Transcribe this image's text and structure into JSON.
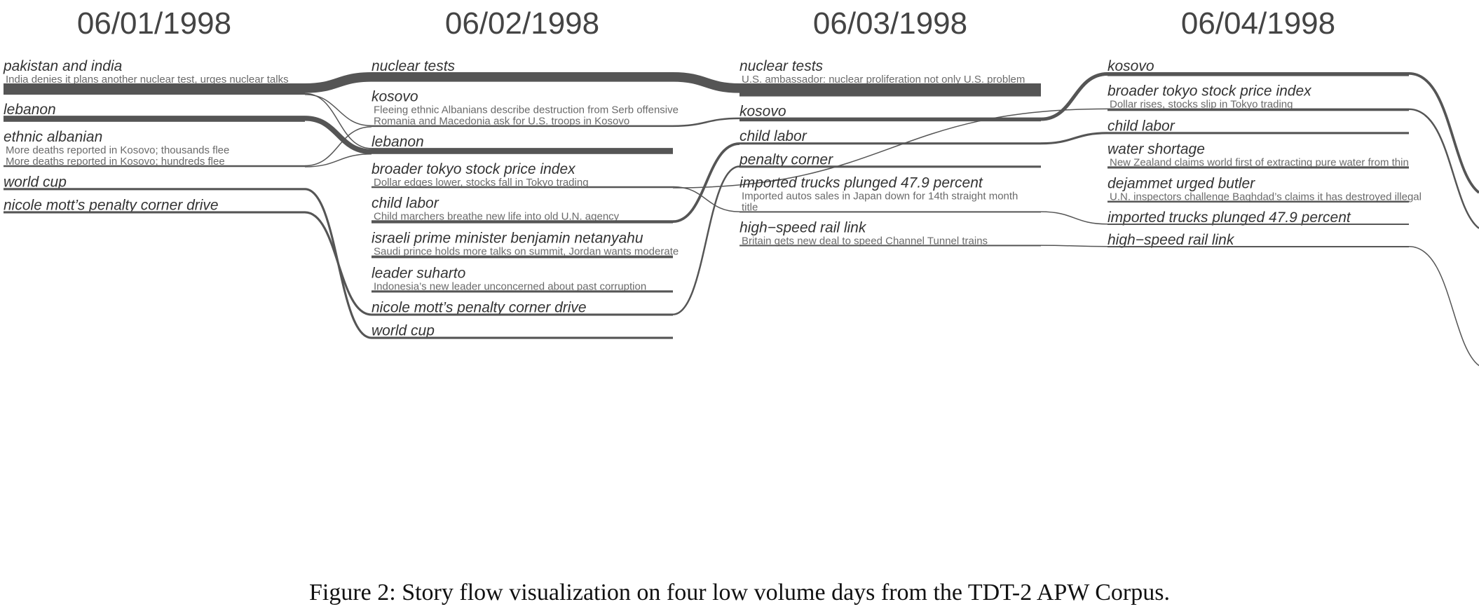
{
  "days": [
    {
      "date": "06/01/1998",
      "topics": [
        {
          "label": "pakistan and india",
          "headlines": [
            "India denies it plans another nuclear test, urges nuclear talks"
          ],
          "weight": 26
        },
        {
          "label": "lebanon",
          "headlines": [],
          "weight": 14
        },
        {
          "label": "ethnic albanian",
          "headlines": [
            "More deaths reported in Kosovo; thousands flee",
            "More deaths reported in Kosovo; hundreds flee"
          ],
          "weight": 4
        },
        {
          "label": "world cup",
          "headlines": [],
          "weight": 5
        },
        {
          "label": "nicole mott’s penalty corner drive",
          "headlines": [],
          "weight": 5
        }
      ]
    },
    {
      "date": "06/02/1998",
      "topics": [
        {
          "label": "nuclear tests",
          "headlines": [],
          "weight": 22
        },
        {
          "label": "kosovo",
          "headlines": [
            "Fleeing ethnic Albanians describe destruction from Serb offensive",
            "Romania and Macedonia ask for U.S. troops in Kosovo"
          ],
          "weight": 4
        },
        {
          "label": "lebanon",
          "headlines": [],
          "weight": 14
        },
        {
          "label": "broader tokyo stock price index",
          "headlines": [
            "Dollar edges lower, stocks fall in Tokyo trading"
          ],
          "weight": 4
        },
        {
          "label": "child labor",
          "headlines": [
            "Child marchers breathe new life into old U.N. agency"
          ],
          "weight": 7
        },
        {
          "label": "israeli prime minister benjamin netanyahu",
          "headlines": [
            "Saudi prince holds more talks on summit, Jordan wants moderate"
          ],
          "weight": 6
        },
        {
          "label": "leader suharto",
          "headlines": [
            "Indonesia’s new leader unconcerned about past corruption"
          ],
          "weight": 5
        },
        {
          "label": "nicole mott’s penalty corner drive",
          "headlines": [],
          "weight": 5
        },
        {
          "label": "world cup",
          "headlines": [],
          "weight": 5
        }
      ]
    },
    {
      "date": "06/03/1998",
      "topics": [
        {
          "label": "nuclear tests",
          "headlines": [
            "U.S. ambassador: nuclear proliferation not only U.S. problem"
          ],
          "weight": 30
        },
        {
          "label": "kosovo",
          "headlines": [],
          "weight": 9
        },
        {
          "label": "child labor",
          "headlines": [],
          "weight": 5
        },
        {
          "label": "penalty corner",
          "headlines": [],
          "weight": 5
        },
        {
          "label": "imported trucks plunged 47.9 percent",
          "headlines": [
            "Imported autos sales in Japan down for 14th straight month",
            "title"
          ],
          "weight": 2
        },
        {
          "label": "high−speed rail link",
          "headlines": [
            "Britain gets new deal to speed Channel Tunnel trains"
          ],
          "weight": 2
        }
      ]
    },
    {
      "date": "06/04/1998",
      "topics": [
        {
          "label": "kosovo",
          "headlines": [],
          "weight": 9
        },
        {
          "label": "broader tokyo stock price index",
          "headlines": [
            "Dollar rises, stocks slip in Tokyo trading"
          ],
          "weight": 6
        },
        {
          "label": "child labor",
          "headlines": [],
          "weight": 5
        },
        {
          "label": "water shortage",
          "headlines": [
            "New Zealand claims world first of extracting pure water from thin"
          ],
          "weight": 5
        },
        {
          "label": "dejammet urged butler",
          "headlines": [
            "U.N. inspectors challenge Baghdad’s claims it has destroyed illegal"
          ],
          "weight": 4
        },
        {
          "label": "imported trucks plunged 47.9 percent",
          "headlines": [],
          "weight": 3
        },
        {
          "label": "high−speed rail link",
          "headlines": [],
          "weight": 2
        }
      ]
    }
  ],
  "links": [
    {
      "from": [
        0,
        0
      ],
      "to": [
        1,
        0
      ],
      "weight": 22
    },
    {
      "from": [
        0,
        0
      ],
      "to": [
        1,
        2
      ],
      "weight": 2
    },
    {
      "from": [
        0,
        0
      ],
      "to": [
        1,
        1
      ],
      "weight": 2
    },
    {
      "from": [
        0,
        1
      ],
      "to": [
        1,
        2
      ],
      "weight": 12
    },
    {
      "from": [
        0,
        2
      ],
      "to": [
        1,
        1
      ],
      "weight": 2
    },
    {
      "from": [
        0,
        2
      ],
      "to": [
        1,
        2
      ],
      "weight": 2
    },
    {
      "from": [
        0,
        3
      ],
      "to": [
        1,
        8
      ],
      "weight": 5
    },
    {
      "from": [
        0,
        4
      ],
      "to": [
        1,
        7
      ],
      "weight": 5
    },
    {
      "from": [
        1,
        0
      ],
      "to": [
        2,
        0
      ],
      "weight": 22
    },
    {
      "from": [
        1,
        1
      ],
      "to": [
        2,
        1
      ],
      "weight": 4
    },
    {
      "from": [
        1,
        3
      ],
      "to": [
        2,
        4
      ],
      "weight": 2
    },
    {
      "from": [
        1,
        3
      ],
      "to": [
        3,
        1
      ],
      "weight": 2
    },
    {
      "from": [
        1,
        4
      ],
      "to": [
        2,
        2
      ],
      "weight": 6
    },
    {
      "from": [
        1,
        7
      ],
      "to": [
        2,
        3
      ],
      "weight": 4
    },
    {
      "from": [
        2,
        1
      ],
      "to": [
        3,
        0
      ],
      "weight": 8
    },
    {
      "from": [
        2,
        2
      ],
      "to": [
        3,
        2
      ],
      "weight": 5
    },
    {
      "from": [
        2,
        4
      ],
      "to": [
        3,
        5
      ],
      "weight": 2
    },
    {
      "from": [
        2,
        5
      ],
      "to": [
        3,
        6
      ],
      "weight": 2
    }
  ],
  "exits": [
    {
      "from": [
        3,
        0
      ],
      "weight": 6
    },
    {
      "from": [
        3,
        1
      ],
      "weight": 4
    },
    {
      "from": [
        3,
        6
      ],
      "weight": 2
    }
  ],
  "caption": "Figure 2: Story flow visualization on four low volume days from the TDT-2 APW Corpus."
}
